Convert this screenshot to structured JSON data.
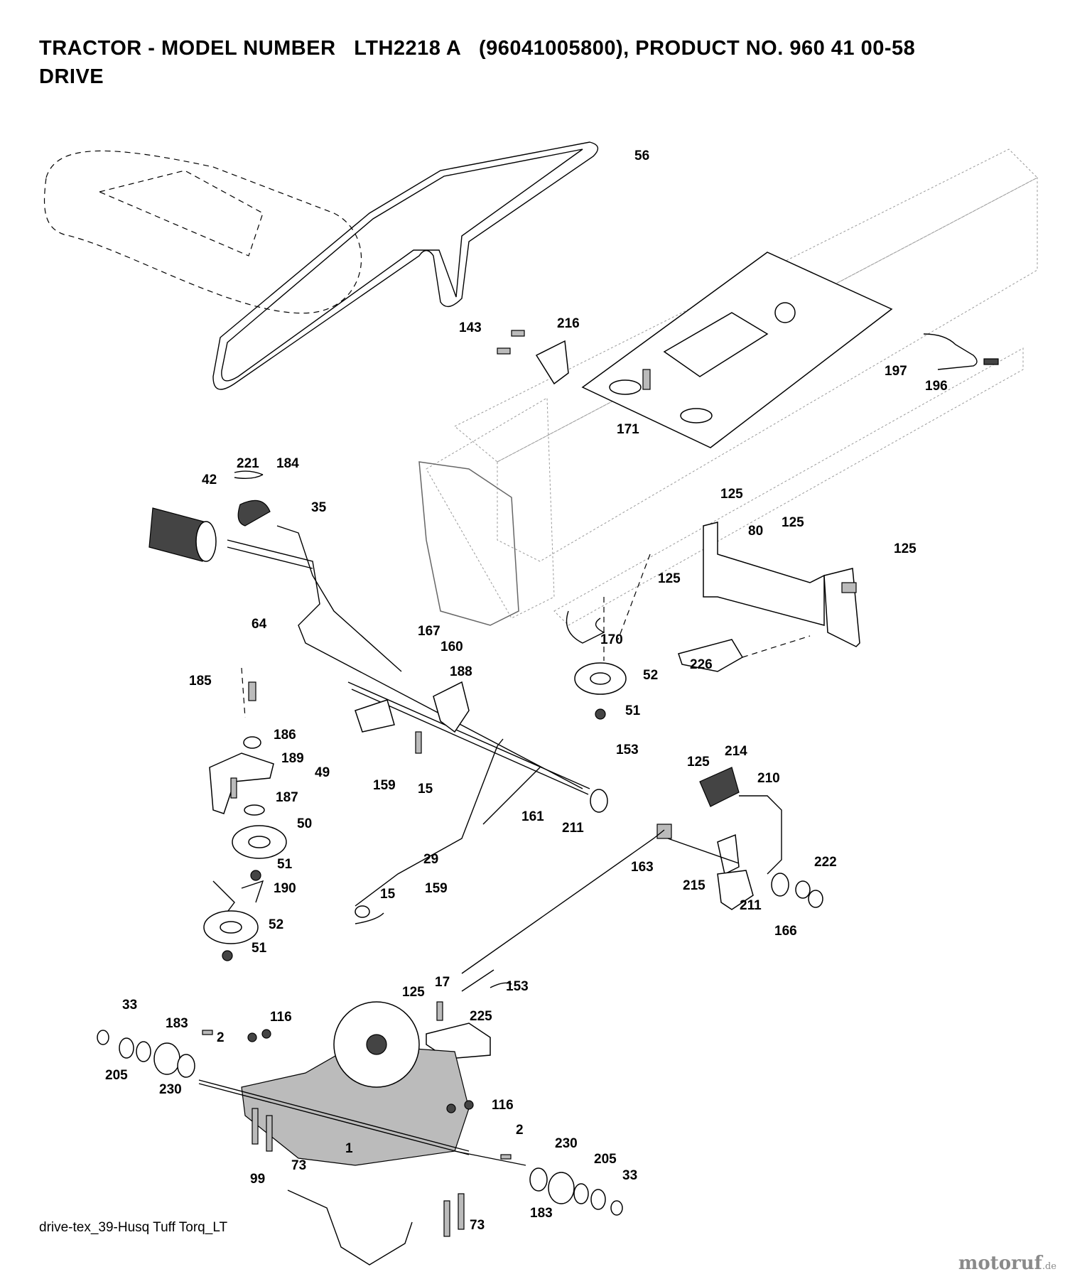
{
  "header": {
    "line1": "TRACTOR - MODEL NUMBER   LTH2218 A   (96041005800), PRODUCT NO. 960 41 00-58",
    "line2": "DRIVE"
  },
  "footer": {
    "file_label": "drive-tex_39-Husq Tuff Torq_LT"
  },
  "watermark": {
    "brand": "motoruf",
    "suffix": ".de"
  },
  "callouts": [
    {
      "id": "c56",
      "text": "56"
    },
    {
      "id": "c143",
      "text": "143"
    },
    {
      "id": "c216",
      "text": "216"
    },
    {
      "id": "c197",
      "text": "197"
    },
    {
      "id": "c196",
      "text": "196"
    },
    {
      "id": "c171",
      "text": "171"
    },
    {
      "id": "c221",
      "text": "221"
    },
    {
      "id": "c184",
      "text": "184"
    },
    {
      "id": "c42",
      "text": "42"
    },
    {
      "id": "c35",
      "text": "35"
    },
    {
      "id": "c125a",
      "text": "125"
    },
    {
      "id": "c80",
      "text": "80"
    },
    {
      "id": "c125b",
      "text": "125"
    },
    {
      "id": "c125c",
      "text": "125"
    },
    {
      "id": "c125d",
      "text": "125"
    },
    {
      "id": "c64",
      "text": "64"
    },
    {
      "id": "c167",
      "text": "167"
    },
    {
      "id": "c160",
      "text": "160"
    },
    {
      "id": "c170",
      "text": "170"
    },
    {
      "id": "c52a",
      "text": "52"
    },
    {
      "id": "c226",
      "text": "226"
    },
    {
      "id": "c185",
      "text": "185"
    },
    {
      "id": "c188",
      "text": "188"
    },
    {
      "id": "c51a",
      "text": "51"
    },
    {
      "id": "c186",
      "text": "186"
    },
    {
      "id": "c153a",
      "text": "153"
    },
    {
      "id": "c125e",
      "text": "125"
    },
    {
      "id": "c214",
      "text": "214"
    },
    {
      "id": "c189",
      "text": "189"
    },
    {
      "id": "c49",
      "text": "49"
    },
    {
      "id": "c210",
      "text": "210"
    },
    {
      "id": "c159a",
      "text": "159"
    },
    {
      "id": "c15a",
      "text": "15"
    },
    {
      "id": "c187",
      "text": "187"
    },
    {
      "id": "c161",
      "text": "161"
    },
    {
      "id": "c211a",
      "text": "211"
    },
    {
      "id": "c50",
      "text": "50"
    },
    {
      "id": "c29",
      "text": "29"
    },
    {
      "id": "c163",
      "text": "163"
    },
    {
      "id": "c51b",
      "text": "51"
    },
    {
      "id": "c222",
      "text": "222"
    },
    {
      "id": "c190",
      "text": "190"
    },
    {
      "id": "c215",
      "text": "215"
    },
    {
      "id": "c15b",
      "text": "15"
    },
    {
      "id": "c159b",
      "text": "159"
    },
    {
      "id": "c211b",
      "text": "211"
    },
    {
      "id": "c52b",
      "text": "52"
    },
    {
      "id": "c166",
      "text": "166"
    },
    {
      "id": "c51c",
      "text": "51"
    },
    {
      "id": "c17",
      "text": "17"
    },
    {
      "id": "c153b",
      "text": "153"
    },
    {
      "id": "c125f",
      "text": "125"
    },
    {
      "id": "c33a",
      "text": "33"
    },
    {
      "id": "c116a",
      "text": "116"
    },
    {
      "id": "c225",
      "text": "225"
    },
    {
      "id": "c183a",
      "text": "183"
    },
    {
      "id": "c2a",
      "text": "2"
    },
    {
      "id": "c205a",
      "text": "205"
    },
    {
      "id": "c230a",
      "text": "230"
    },
    {
      "id": "c116b",
      "text": "116"
    },
    {
      "id": "c2b",
      "text": "2"
    },
    {
      "id": "c230b",
      "text": "230"
    },
    {
      "id": "c1",
      "text": "1"
    },
    {
      "id": "c73a",
      "text": "73"
    },
    {
      "id": "c205b",
      "text": "205"
    },
    {
      "id": "c99",
      "text": "99"
    },
    {
      "id": "c33b",
      "text": "33"
    },
    {
      "id": "c183b",
      "text": "183"
    },
    {
      "id": "c73b",
      "text": "73"
    }
  ]
}
